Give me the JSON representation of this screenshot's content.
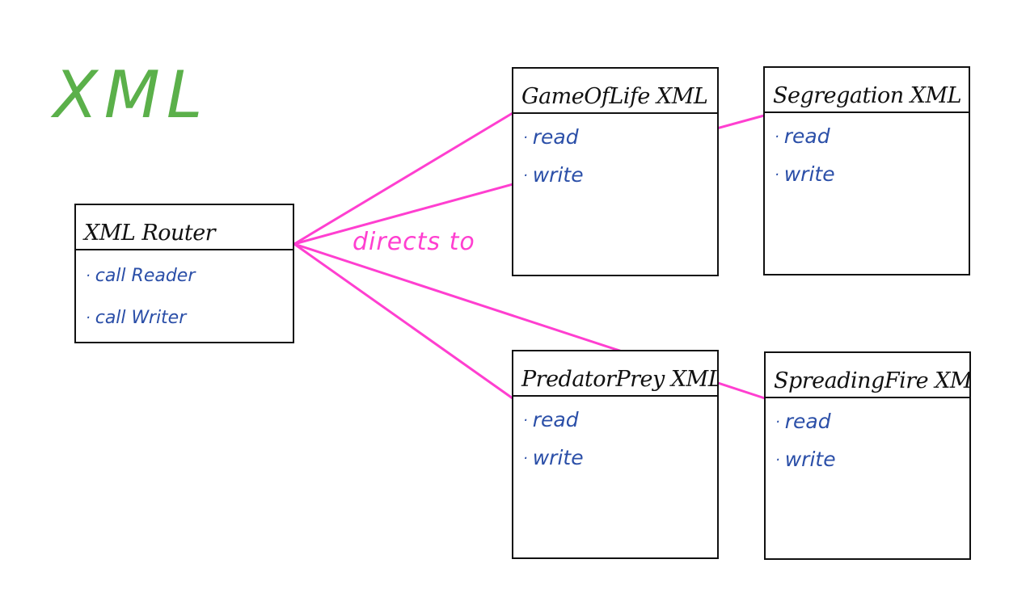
{
  "title": "XML",
  "colors": {
    "title": "#5bb04a",
    "box_title": "#111111",
    "method": "#2b4fa8",
    "connector": "#ff3fd0",
    "edge_label": "#ff3fd0"
  },
  "edge_label": "directs to",
  "router": {
    "title": "XML  Router",
    "methods": [
      "call Reader",
      "call Writer"
    ]
  },
  "boxes": [
    {
      "title": "GameOfLife XML",
      "methods": [
        "read",
        "write"
      ]
    },
    {
      "title": "Segregation XML",
      "methods": [
        "read",
        "write"
      ]
    },
    {
      "title": "PredatorPrey XML",
      "methods": [
        "read",
        "write"
      ]
    },
    {
      "title": "SpreadingFire XML",
      "methods": [
        "read",
        "write"
      ]
    }
  ]
}
